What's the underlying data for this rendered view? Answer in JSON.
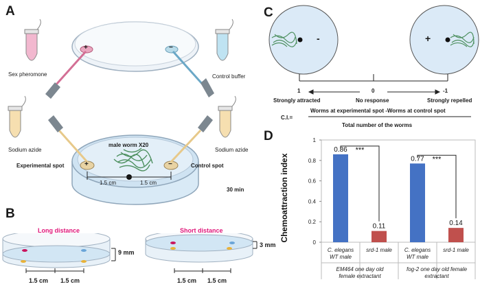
{
  "panels": {
    "a": "A",
    "b": "B",
    "c": "C",
    "d": "D"
  },
  "panel_a": {
    "sex_pheromone": "Sex pheromone",
    "control_buffer": "Control buffer",
    "sodium_azide_left": "Sodium azide",
    "sodium_azide_right": "Sodium azide",
    "experimental_spot": "Experimental spot",
    "control_spot": "Control spot",
    "male_worm": "male worm X20",
    "dist_left": "1.5 cm",
    "dist_right": "1.5 cm",
    "time": "30 min",
    "plus": "+",
    "minus": "−"
  },
  "panel_b": {
    "long_title": "Long distance",
    "short_title": "Short distance",
    "height_long": "9 mm",
    "height_short": "3 mm",
    "long_d1": "1.5 cm",
    "long_d2": "1.5 cm",
    "short_d1": "1.5 cm",
    "short_d2": "1.5 cm"
  },
  "panel_c": {
    "left_sign": "-",
    "right_sign": "+",
    "val_left": "1",
    "val_mid": "0",
    "val_right": "-1",
    "lab_left": "Strongly attracted",
    "lab_mid": "No response",
    "lab_right": "Strongly repelled",
    "ci": "C.I.=",
    "numerator": "Worms at experimental spot -Worms at control spot",
    "denominator": "Total number of the worms"
  },
  "chart_data": {
    "type": "bar",
    "ylabel": "Chemoattraction index",
    "ylim": [
      0,
      1
    ],
    "yticks": [
      "0",
      "0.2",
      "0.4",
      "0.6",
      "0.8",
      "1"
    ],
    "bars": [
      {
        "label_line1": "C. elegans",
        "label_line2": "WT male",
        "value": 0.86,
        "value_label": "0.86",
        "color": "#4472c4"
      },
      {
        "label_line1": "srd-1  male",
        "label_line2": "",
        "value": 0.11,
        "value_label": "0.11",
        "color": "#c0504d"
      },
      {
        "label_line1": "C. elegans",
        "label_line2": "WT male",
        "value": 0.77,
        "value_label": "0.77",
        "color": "#4472c4"
      },
      {
        "label_line1": "srd-1  male",
        "label_line2": "",
        "value": 0.14,
        "value_label": "0.14",
        "color": "#c0504d"
      }
    ],
    "groups": [
      {
        "line1": "EM464  one day old",
        "line2": "female extractant"
      },
      {
        "line1": "fog-2 one day old female",
        "line2": "extractant"
      }
    ],
    "significance": [
      "***",
      "***"
    ]
  }
}
